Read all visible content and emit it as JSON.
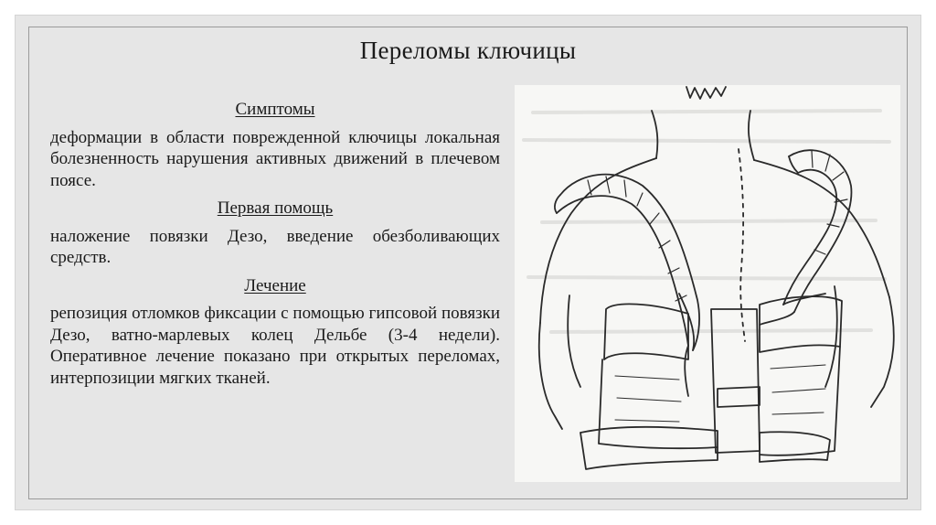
{
  "slide": {
    "title": "Переломы ключицы",
    "sections": [
      {
        "heading": "Симптомы",
        "text": "деформации в области поврежденной ключицы локальная болезненность нарушения активных движений в плечевом поясе."
      },
      {
        "heading": "Первая помощь",
        "text": "наложение повязки Дезо, введение обезболивающих средств."
      },
      {
        "heading": "Лечение",
        "text": "репозиция отломков фиксации с помощью гипсовой повязки Дезо, ватно-марлевых колец Дельбе (3-4 недели). Оперативное лечение показано при открытых переломах, интерпозиции мягких тканей."
      }
    ]
  },
  "illustration": {
    "icon": "back-figure-with-clavicle-rings-illustration"
  }
}
